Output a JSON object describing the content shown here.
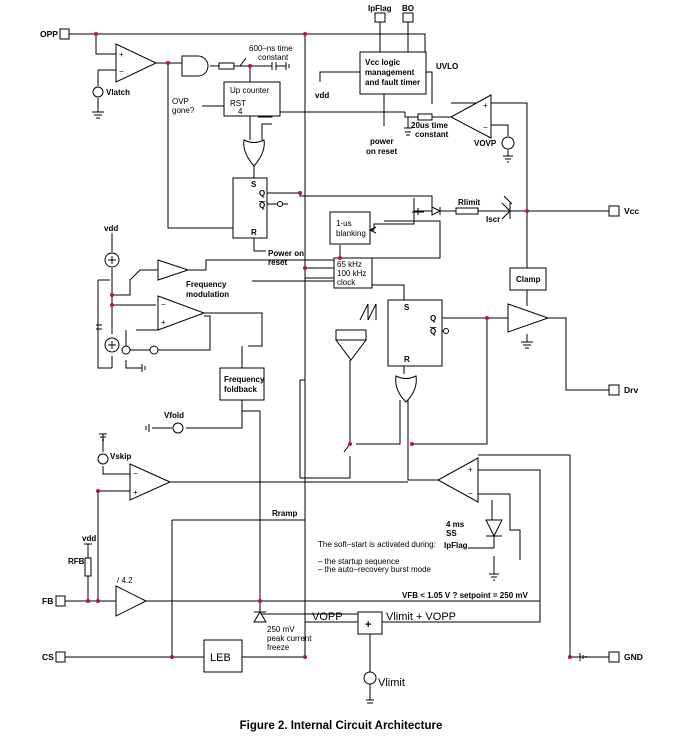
{
  "caption": "Figure 2. Internal Circuit Architecture",
  "pins": {
    "opp": "OPP",
    "vcc": "Vcc",
    "drv": "Drv",
    "fb": "FB",
    "cs": "CS",
    "gnd": "GND",
    "ipflag_top": "IpFlag",
    "bo": "BO"
  },
  "blocks": {
    "vcc_logic": [
      "Vcc logic",
      "management",
      "and fault timer"
    ],
    "up_counter": "Up counter",
    "rst": "RST",
    "rst_num": "4",
    "blanking": [
      "1-us",
      "blanking"
    ],
    "clock": [
      "65 kHz",
      "100 kHz",
      "clock"
    ],
    "clamp": "Clamp",
    "freq_foldback": [
      "Frequency",
      "foldback"
    ],
    "leb": "LEB",
    "sum_sign": "+",
    "ff1_s": "S",
    "ff1_q": "Q",
    "ff1_qb": "Q",
    "ff1_r": "R",
    "ff2_s": "S",
    "ff2_q": "Q",
    "ff2_qb": "Q",
    "ff2_r": "R"
  },
  "labels": {
    "vlatch": "Vlatch",
    "time_600ns": [
      "600–ns time",
      "constant"
    ],
    "ovp_gone": [
      "OVP",
      "gone?"
    ],
    "vdd1": "vdd",
    "uvlo": "UVLO",
    "power_on_reset_top": [
      "power",
      "on reset"
    ],
    "time_20us": [
      "20us time",
      "constant"
    ],
    "vovp": "VOVP",
    "rlimit": "Rlimit",
    "iscr": "Iscr",
    "power_on_reset": [
      "Power on",
      "reset"
    ],
    "vdd2": "vdd",
    "freq_mod": [
      "Frequency",
      "modulation"
    ],
    "vfold": "Vfold",
    "vskip": "Vskip",
    "rramp": "Rramp",
    "ss": [
      "4 ms",
      "SS"
    ],
    "ipflag2": "IpFlag",
    "softstart": [
      "The soft–start is activated during:",
      "– the startup sequence",
      "– the auto–recovery burst mode"
    ],
    "rfb": "RFB",
    "vdd3": "vdd",
    "div42": "/ 4.2",
    "vfb_note": "VFB < 1.05 V ?  setpoint = 250 mV",
    "peak_freeze": [
      "250 mV",
      "peak current",
      "freeze"
    ],
    "vopp": "VOPP",
    "vlimit_vopp": "Vlimit + VOPP",
    "vlimit": "Vlimit"
  }
}
